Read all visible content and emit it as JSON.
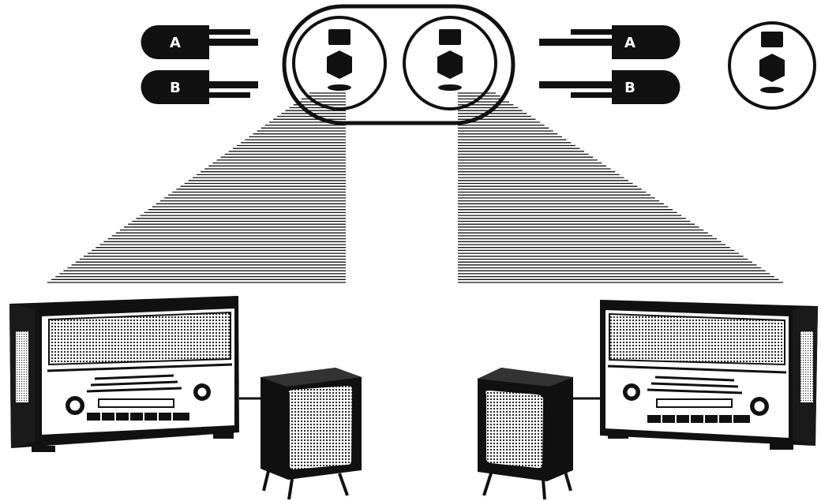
{
  "plugs": {
    "left_top_letter": "A",
    "left_bottom_letter": "B",
    "right_top_letter": "A",
    "right_bottom_letter": "B"
  },
  "colors": {
    "ink": "#111111",
    "paper": "#ffffff",
    "grille": "#cfcfcf"
  }
}
